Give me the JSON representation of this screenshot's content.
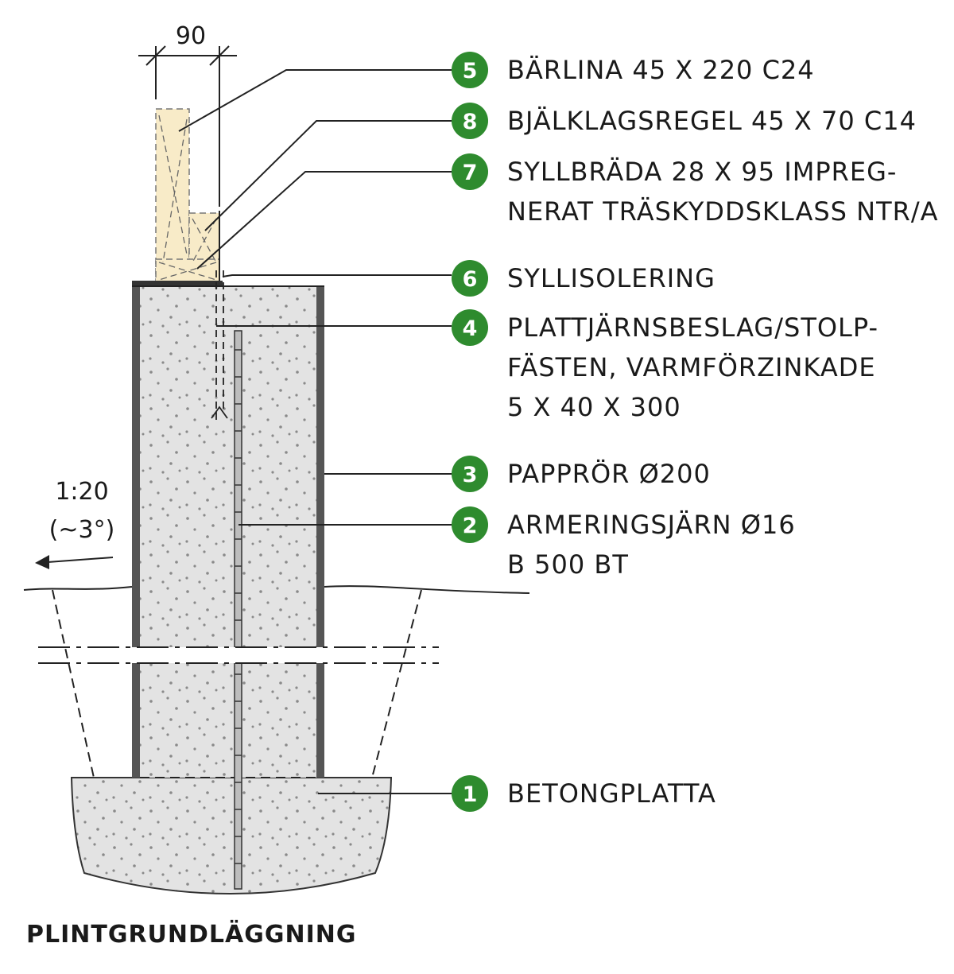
{
  "title": "PLINTGRUNDLÄGGNING",
  "dimension": "90",
  "slope": {
    "ratio": "1:20",
    "angle": "(~3°)"
  },
  "colors": {
    "badge": "#2e8b2e",
    "timber": "#f8ebc8",
    "concrete": "#e3e3e3",
    "tube": "#555555"
  },
  "labels": [
    {
      "number": "5",
      "lines": [
        "BÄRLINA 45 X 220 C24"
      ]
    },
    {
      "number": "8",
      "lines": [
        "BJÄLKLAGSREGEL 45 X 70 C14"
      ]
    },
    {
      "number": "7",
      "lines": [
        "SYLLBRÄDA 28 X 95 IMPREG-",
        "NERAT TRÄSKYDDSKLASS NTR/A"
      ]
    },
    {
      "number": "6",
      "lines": [
        "SYLLISOLERING"
      ]
    },
    {
      "number": "4",
      "lines": [
        "PLATTJÄRNSBESLAG/STOLP-",
        "FÄSTEN, VARMFÖRZINKADE",
        "5 X 40 X 300"
      ]
    },
    {
      "number": "3",
      "lines": [
        "PAPPRÖR Ø200"
      ]
    },
    {
      "number": "2",
      "lines": [
        "ARMERINGSJÄRN Ø16",
        "B 500 BT"
      ]
    },
    {
      "number": "1",
      "lines": [
        "BETONGPLATTA"
      ]
    }
  ]
}
